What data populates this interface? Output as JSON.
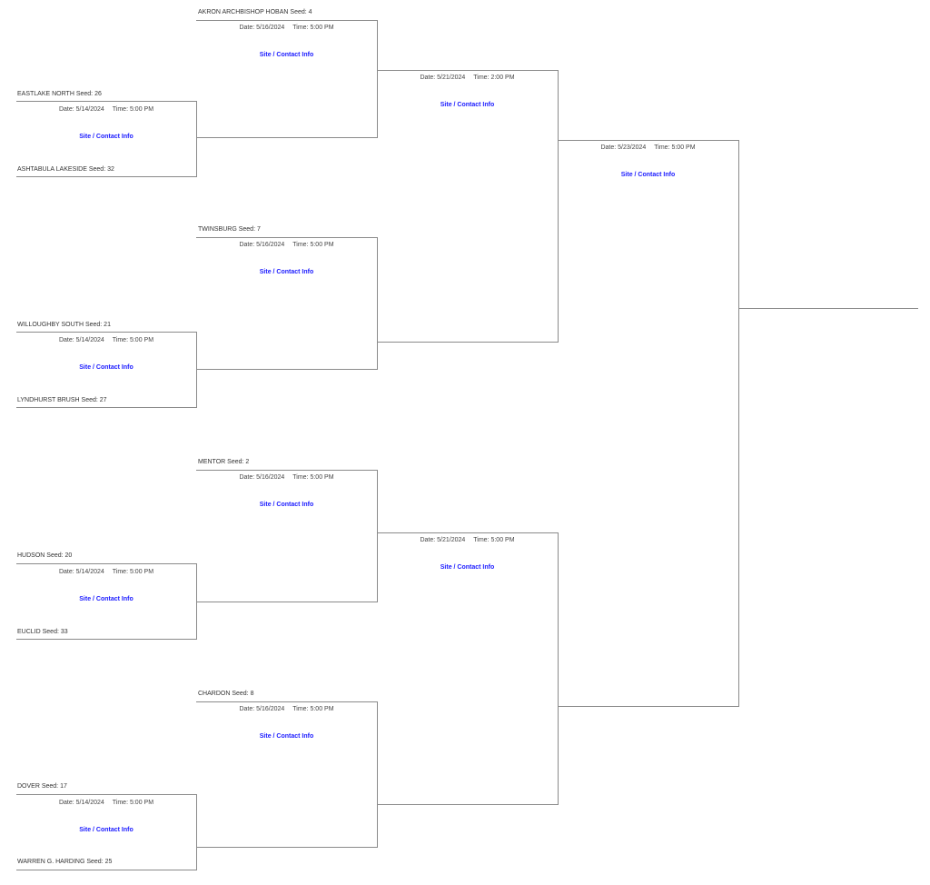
{
  "colors": {
    "line": "#8a8a8a",
    "link": "#1a1aff",
    "text": "#333333"
  },
  "labels": {
    "seed_prefix": "Seed:",
    "date_prefix": "Date:",
    "time_prefix": "Time:",
    "site_link": "Site / Contact Info"
  },
  "round1": [
    {
      "top_team": "EASTLAKE NORTH   Seed: 26",
      "bottom_team": "ASHTABULA LAKESIDE   Seed: 32",
      "date": "Date: 5/14/2024",
      "time": "Time: 5:00 PM",
      "site": "Site / Contact Info"
    },
    {
      "top_team": "WILLOUGHBY SOUTH   Seed: 21",
      "bottom_team": "LYNDHURST BRUSH   Seed: 27",
      "date": "Date: 5/14/2024",
      "time": "Time: 5:00 PM",
      "site": "Site / Contact Info"
    },
    {
      "top_team": "HUDSON   Seed: 20",
      "bottom_team": "EUCLID   Seed: 33",
      "date": "Date: 5/14/2024",
      "time": "Time: 5:00 PM",
      "site": "Site / Contact Info"
    },
    {
      "top_team": "DOVER   Seed: 17",
      "bottom_team": "WARREN G. HARDING   Seed: 25",
      "date": "Date: 5/14/2024",
      "time": "Time: 5:00 PM",
      "site": "Site / Contact Info"
    }
  ],
  "round2": [
    {
      "top_team": "AKRON ARCHBISHOP HOBAN   Seed: 4",
      "date": "Date: 5/16/2024",
      "time": "Time: 5:00 PM",
      "site": "Site / Contact Info"
    },
    {
      "top_team": "TWINSBURG   Seed: 7",
      "date": "Date: 5/16/2024",
      "time": "Time: 5:00 PM",
      "site": "Site / Contact Info"
    },
    {
      "top_team": "MENTOR   Seed: 2",
      "date": "Date: 5/16/2024",
      "time": "Time: 5:00 PM",
      "site": "Site / Contact Info"
    },
    {
      "top_team": "CHARDON   Seed: 8",
      "date": "Date: 5/16/2024",
      "time": "Time: 5:00 PM",
      "site": "Site / Contact Info"
    }
  ],
  "round3": [
    {
      "date": "Date: 5/21/2024",
      "time": "Time: 2:00 PM",
      "site": "Site / Contact Info"
    },
    {
      "date": "Date: 5/21/2024",
      "time": "Time: 5:00 PM",
      "site": "Site / Contact Info"
    }
  ],
  "round4": [
    {
      "date": "Date: 5/23/2024",
      "time": "Time: 5:00 PM",
      "site": "Site / Contact Info"
    }
  ]
}
